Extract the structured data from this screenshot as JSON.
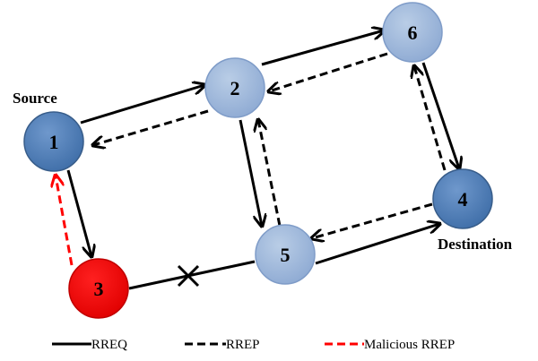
{
  "diagram": {
    "nodes": [
      {
        "id": "1",
        "label": "1",
        "color": "#4f81bd"
      },
      {
        "id": "2",
        "label": "2",
        "color": "#95b3d7"
      },
      {
        "id": "3",
        "label": "3",
        "color": "#ff0000"
      },
      {
        "id": "4",
        "label": "4",
        "color": "#4f81bd"
      },
      {
        "id": "5",
        "label": "5",
        "color": "#95b3d7"
      },
      {
        "id": "6",
        "label": "6",
        "color": "#95b3d7"
      }
    ],
    "edges": [
      {
        "from": "1",
        "to": "2",
        "kind": "RREQ"
      },
      {
        "from": "2",
        "to": "1",
        "kind": "RREP"
      },
      {
        "from": "2",
        "to": "6",
        "kind": "RREQ"
      },
      {
        "from": "6",
        "to": "2",
        "kind": "RREP"
      },
      {
        "from": "2",
        "to": "5",
        "kind": "RREQ"
      },
      {
        "from": "5",
        "to": "2",
        "kind": "RREP"
      },
      {
        "from": "6",
        "to": "4",
        "kind": "RREQ"
      },
      {
        "from": "4",
        "to": "6",
        "kind": "RREP"
      },
      {
        "from": "5",
        "to": "4",
        "kind": "RREQ"
      },
      {
        "from": "4",
        "to": "5",
        "kind": "RREP"
      },
      {
        "from": "1",
        "to": "3",
        "kind": "RREQ"
      },
      {
        "from": "3",
        "to": "1",
        "kind": "Malicious RREP"
      },
      {
        "from": "3",
        "to": "5",
        "kind": "broken link"
      }
    ],
    "source_label": "Source",
    "destination_label": "Destination",
    "colors": {
      "solid": "#000000",
      "dashed": "#000000",
      "malicious": "#ff0000"
    }
  },
  "legend": {
    "rreq": "RREQ",
    "rrep": "RREP",
    "malicious": "Malicious RREP"
  }
}
